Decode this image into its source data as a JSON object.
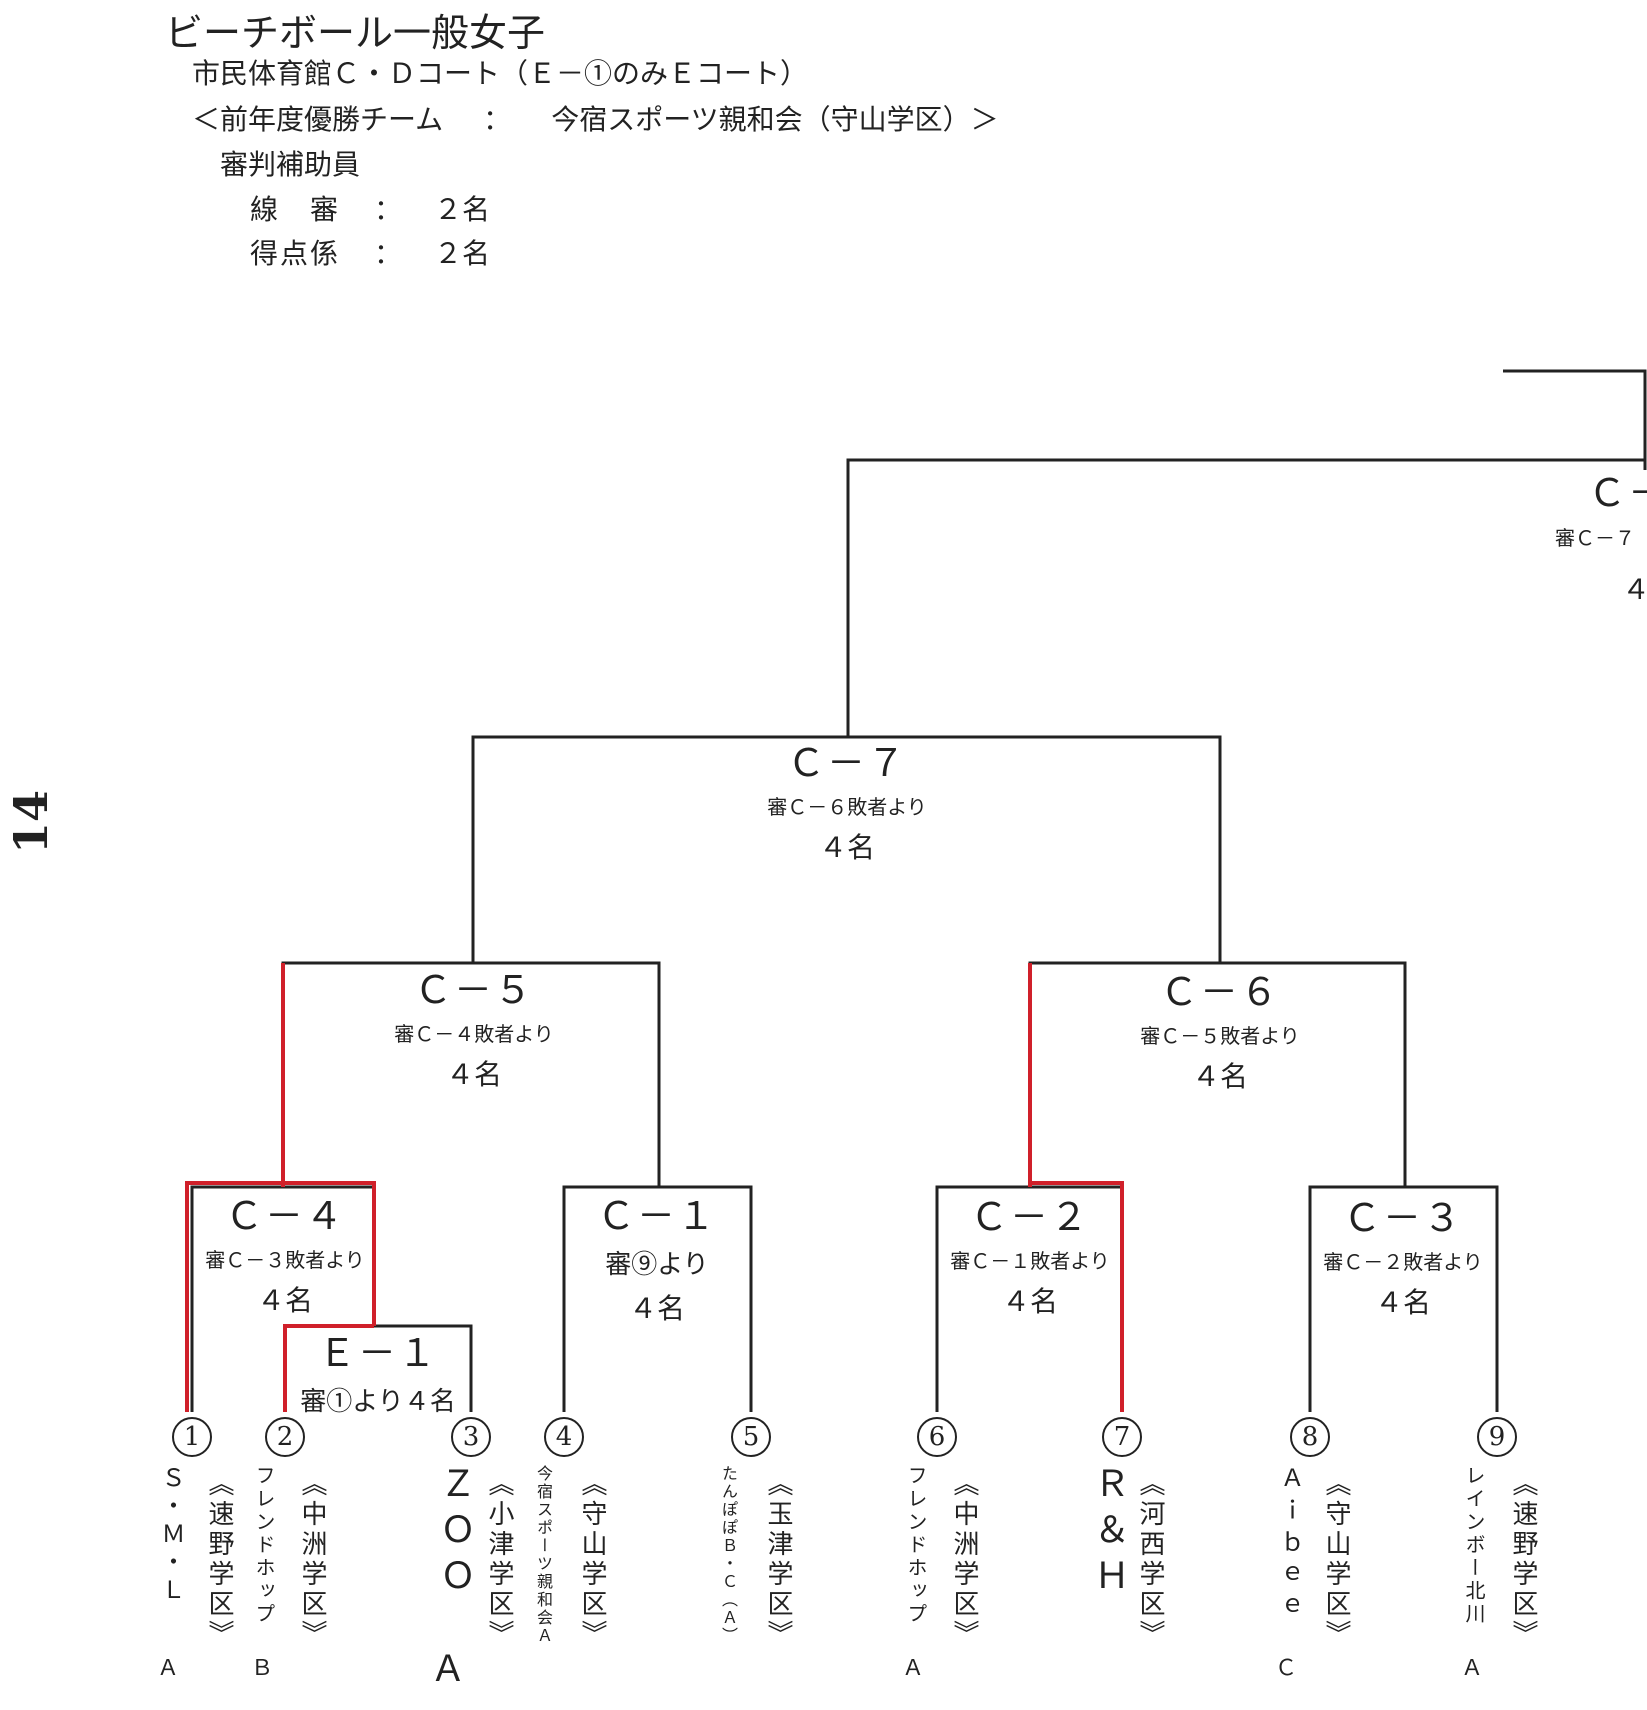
{
  "header": {
    "title": "ビーチボール一般女子",
    "venue": "市民体育館Ｃ・Ｄコート（Ｅ－①のみＥコート）",
    "champion_prefix": "＜前年度優勝チーム",
    "champion_colon": "：",
    "champion_name": "今宿スポーツ親和会（守山学区）＞",
    "referee_heading": "審判補助員",
    "referee_rows": [
      {
        "label": "線　審",
        "colon": "：",
        "value": "２名"
      },
      {
        "label": "得点係",
        "colon": "：",
        "value": "２名"
      }
    ]
  },
  "page_number": "14",
  "matches": {
    "c7": {
      "name": "Ｃ－７",
      "ref": "審Ｃ－６敗者より",
      "count": "４名"
    },
    "c5": {
      "name": "Ｃ－５",
      "ref": "審Ｃ－４敗者より",
      "count": "４名"
    },
    "c6": {
      "name": "Ｃ－６",
      "ref": "審Ｃ－５敗者より",
      "count": "４名"
    },
    "c4": {
      "name": "Ｃ－４",
      "ref": "審Ｃ－３敗者より",
      "count": "４名"
    },
    "c1": {
      "name": "Ｃ－１",
      "ref": "審⑨より",
      "count": "４名"
    },
    "c2": {
      "name": "Ｃ－２",
      "ref": "審Ｃ－１敗者より",
      "count": "４名"
    },
    "c3": {
      "name": "Ｃ－３",
      "ref": "審Ｃ－２敗者より",
      "count": "４名"
    },
    "e1": {
      "name": "Ｅ－１",
      "ref": "審①より４名"
    },
    "top": {
      "name": "Ｃ－",
      "ref": "審Ｃ－７",
      "count": "４"
    }
  },
  "teams": [
    {
      "seed": "1",
      "name": "Ｓ・Ｍ・Ｌ",
      "suffix": "Ａ",
      "district": "《速野学区》"
    },
    {
      "seed": "2",
      "name": "フレンドホップ",
      "suffix": "Ｂ",
      "district": "《中洲学区》"
    },
    {
      "seed": "3",
      "name": "ＺＯＯ",
      "suffix": "Ａ",
      "district": "《小津学区》"
    },
    {
      "seed": "4",
      "name": "今宿スポーツ親和会Ａ",
      "suffix": "",
      "district": "《守山学区》"
    },
    {
      "seed": "5",
      "name": "たんぽぽＢ・Ｃ（Ａ）",
      "suffix": "",
      "district": "《玉津学区》"
    },
    {
      "seed": "6",
      "name": "フレンドホップ",
      "suffix": "Ａ",
      "district": "《中洲学区》"
    },
    {
      "seed": "7",
      "name": "Ｒ＆Ｈ",
      "suffix": "",
      "district": "《河西学区》"
    },
    {
      "seed": "8",
      "name": "Ａｉｂｅｅ",
      "suffix": "Ｃ",
      "district": "《守山学区》"
    },
    {
      "seed": "9",
      "name": "レインボー北川",
      "suffix": "Ａ",
      "district": "《速野学区》"
    }
  ],
  "colors": {
    "line": "#222222",
    "highlight": "#d0202a"
  }
}
